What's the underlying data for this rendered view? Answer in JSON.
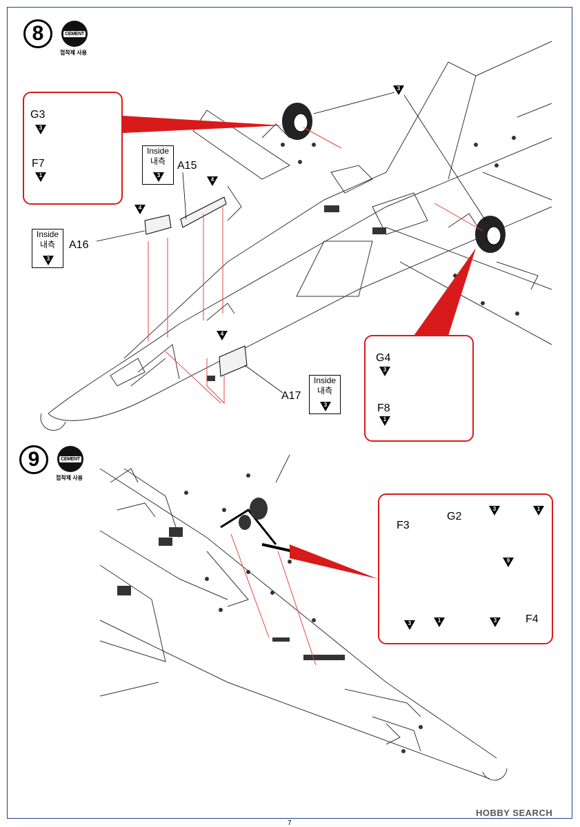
{
  "page": {
    "number": "7"
  },
  "cement": {
    "icon_text": "CEMENT",
    "caption": "접착제 사용"
  },
  "steps": [
    {
      "number": "8",
      "inside_boxes": [
        {
          "line1": "Inside",
          "line2": "내측",
          "ref": "3"
        },
        {
          "line1": "Inside",
          "line2": "내측",
          "ref": "3"
        },
        {
          "line1": "Inside",
          "line2": "내측",
          "ref": "3"
        }
      ],
      "parts": {
        "a15": "A15",
        "a16": "A16",
        "a17": "A17"
      },
      "callouts": {
        "left": {
          "g3": "G3",
          "f7": "F7"
        },
        "right": {
          "g4": "G4",
          "f8": "F8"
        }
      },
      "markers": {
        "a15": "4",
        "a16": "4",
        "a17": "4",
        "wheel": "3",
        "g3": "3",
        "f7": "1",
        "g4": "3",
        "f8": "1"
      }
    },
    {
      "number": "9",
      "callout": {
        "f3": "F3",
        "g2": "G2",
        "f4": "F4"
      },
      "markers": {
        "g2_left": "3",
        "g2_right": "1",
        "strut": "9",
        "f3_bottom": "3",
        "f3_side": "1",
        "strut_bottom": "3"
      }
    }
  ],
  "watermark": "HOBBY SEARCH"
}
